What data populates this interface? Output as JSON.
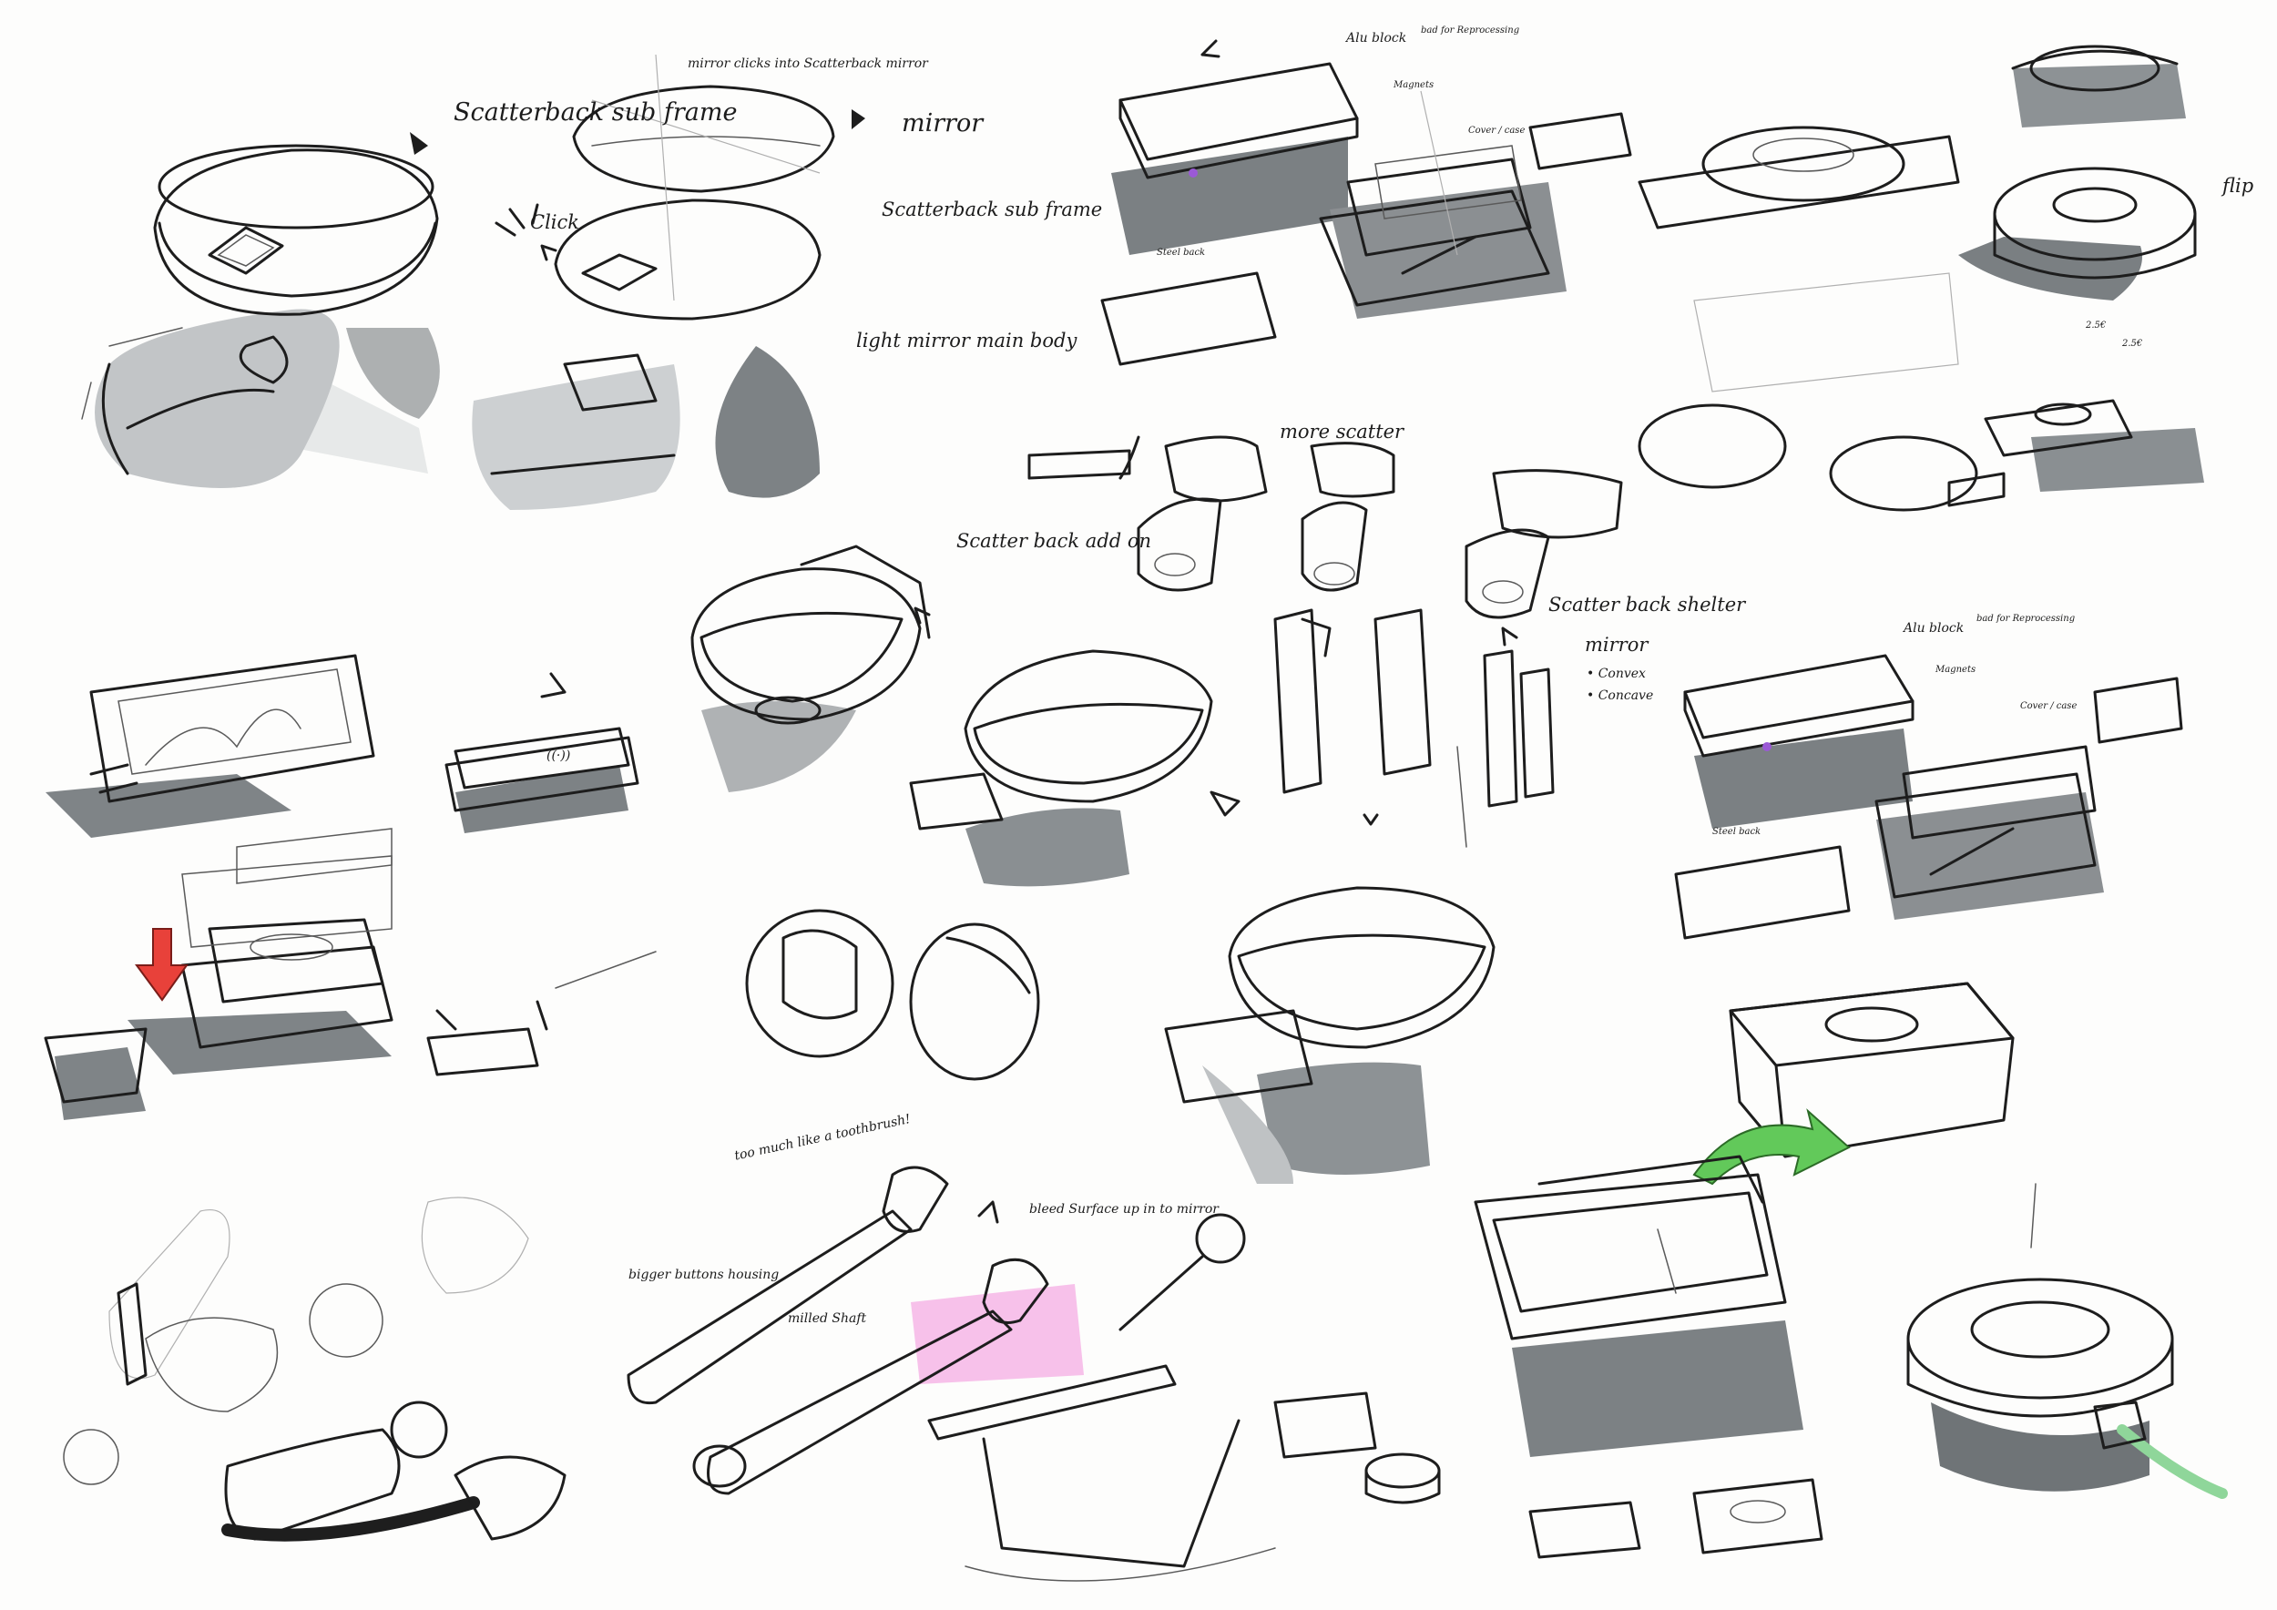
{
  "colors": {
    "ink": "#1d1d1d",
    "shadow_grey": "#7f8487",
    "light_grey": "#c7cacc",
    "mirror_lilac": "#d8d2f2",
    "cyan_marker": "#bfe8f0",
    "pink_marker": "#f6b6e6",
    "red_arrow": "#e8413a",
    "green_arrow": "#62c95a",
    "green_cable": "#8fd69a",
    "purple_dot": "#9b59d6"
  },
  "icons": [
    "arrow-icon",
    "down-arrow-icon",
    "green-arrow-icon",
    "usb-plug-icon",
    "click-burst-icon"
  ],
  "notes": {
    "scatterback_sub_frame_1": "Scatterback sub frame",
    "mirror_clicks_into": "mirror clicks into Scatterback mirror",
    "mirror_1": "mirror",
    "scatterback_sub_frame_2": "Scatterback sub frame",
    "click": "Click",
    "light_mirror_main_body": "light mirror main body",
    "alu_block_1": "Alu block",
    "bad_for_reprocessing_1": "bad for Reprocessing",
    "magnets_1": "Magnets",
    "cover_case_1": "Cover / case",
    "steel_back_1": "Steel back",
    "flip": "flip",
    "size_label_1": "2.5€",
    "size_label_2": "2.5€",
    "more_scatter": "more scatter",
    "scatter_back_add_on": "Scatter back add on",
    "scatter_back_shelter": "Scatter back shelter",
    "mirror_2": "mirror",
    "convex": "• Convex",
    "concave": "• Concave",
    "alu_block_2": "Alu block",
    "bad_for_reprocessing_2": "bad for Reprocessing",
    "magnets_2": "Magnets",
    "cover_case_2": "Cover / case",
    "steel_back_2": "Steel back",
    "too_much_like_toothbrush": "too much like a toothbrush!",
    "bleed_surface_up": "bleed Surface up in to mirror",
    "bigger_buttons_housing": "bigger buttons housing",
    "milled_shaft": "milled Shaft",
    "wireless_symbol": "((·))"
  }
}
